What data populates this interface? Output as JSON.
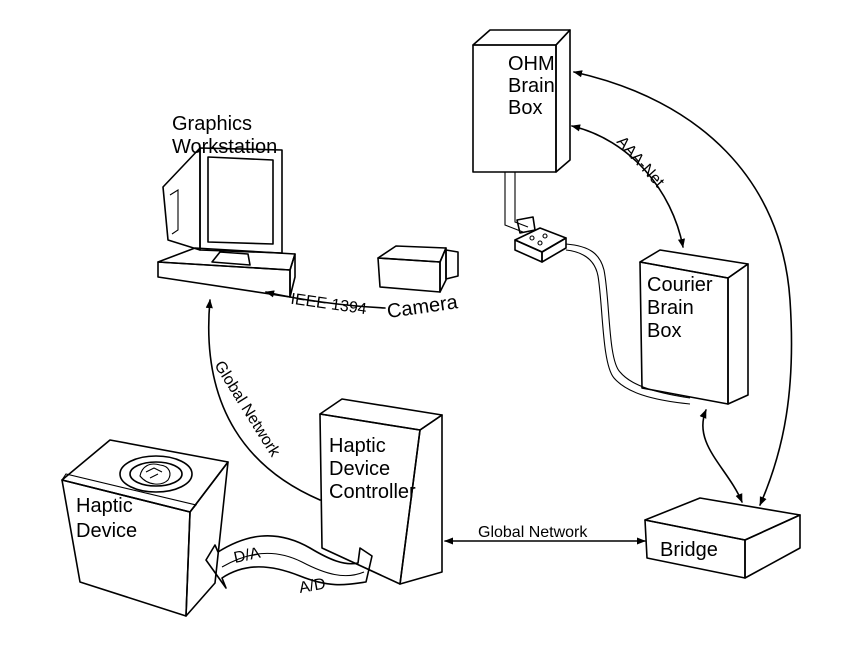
{
  "nodes": {
    "graphics_workstation": [
      "Graphics",
      "Workstation"
    ],
    "camera": "Camera",
    "ohm_brain_box": [
      "OHM",
      "Brain",
      "Box"
    ],
    "courier_brain_box": [
      "Courier",
      "Brain",
      "Box"
    ],
    "haptic_device": [
      "Haptic",
      "Device"
    ],
    "haptic_device_controller": [
      "Haptic",
      "Device",
      "Controller"
    ],
    "bridge": "Bridge"
  },
  "links": {
    "ieee": "IEEE 1394",
    "aaa_net": "AAA-Net",
    "global_network_vertical": "Global Network",
    "global_network_horizontal": "Global Network",
    "da": "D/A",
    "ad": "A/D"
  }
}
